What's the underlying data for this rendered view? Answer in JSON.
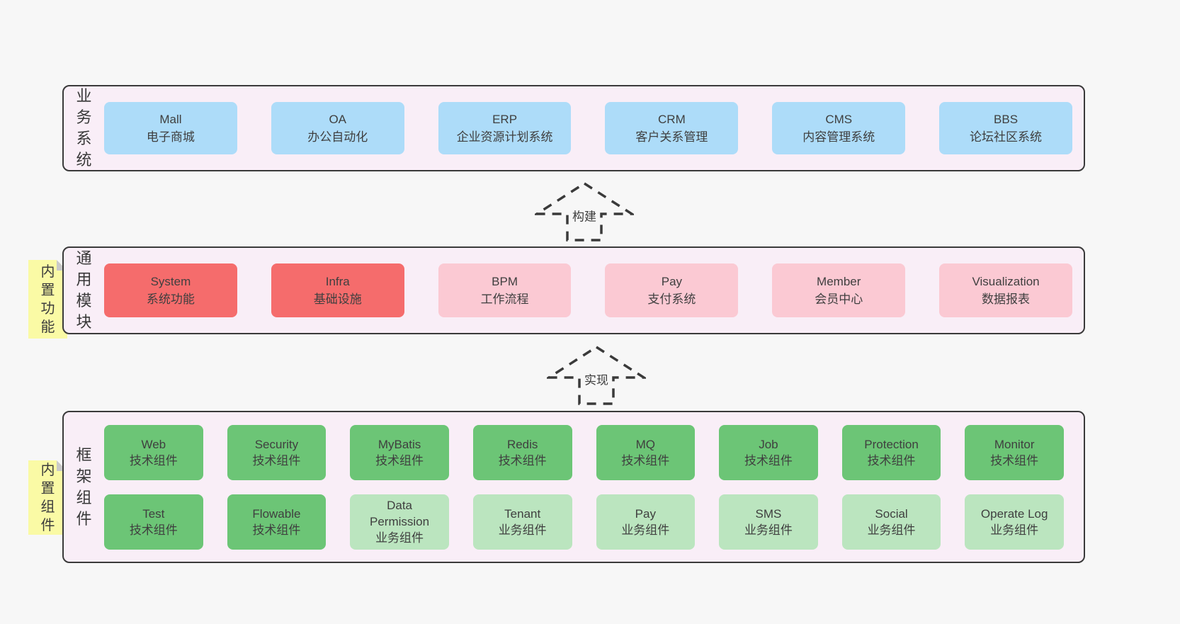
{
  "colors": {
    "page-bg": "#f7f7f7",
    "panel-bg": "#f9eef7",
    "panel-border": "#3a3a3a",
    "text": "#3f3f3f",
    "blue": "#addcf9",
    "red": "#f56c6c",
    "pink": "#fbc9d3",
    "green": "#6cc576",
    "light-green": "#bbe5bf",
    "note-yellow": "#fafaa5",
    "note-fold": "#c9c9c9"
  },
  "notes": [
    {
      "label": "内置功能"
    },
    {
      "label": "内置组件"
    }
  ],
  "arrows": [
    {
      "label": "构建"
    },
    {
      "label": "实现"
    }
  ],
  "bands": [
    {
      "label": "业务系统",
      "boxes": [
        {
          "name": "Mall",
          "sub": "电子商城"
        },
        {
          "name": "OA",
          "sub": "办公自动化"
        },
        {
          "name": "ERP",
          "sub": "企业资源计划系统"
        },
        {
          "name": "CRM",
          "sub": "客户关系管理"
        },
        {
          "name": "CMS",
          "sub": "内容管理系统"
        },
        {
          "name": "BBS",
          "sub": "论坛社区系统"
        }
      ]
    },
    {
      "label": "通用模块",
      "boxes": [
        {
          "name": "System",
          "sub": "系统功能"
        },
        {
          "name": "Infra",
          "sub": "基础设施"
        },
        {
          "name": "BPM",
          "sub": "工作流程"
        },
        {
          "name": "Pay",
          "sub": "支付系统"
        },
        {
          "name": "Member",
          "sub": "会员中心"
        },
        {
          "name": "Visualization",
          "sub": "数据报表"
        }
      ]
    },
    {
      "label": "框架组件",
      "rows": [
        [
          {
            "name": "Web",
            "sub": "技术组件"
          },
          {
            "name": "Security",
            "sub": "技术组件"
          },
          {
            "name": "MyBatis",
            "sub": "技术组件"
          },
          {
            "name": "Redis",
            "sub": "技术组件"
          },
          {
            "name": "MQ",
            "sub": "技术组件"
          },
          {
            "name": "Job",
            "sub": "技术组件"
          },
          {
            "name": "Protection",
            "sub": "技术组件"
          },
          {
            "name": "Monitor",
            "sub": "技术组件"
          }
        ],
        [
          {
            "name": "Test",
            "sub": "技术组件"
          },
          {
            "name": "Flowable",
            "sub": "技术组件"
          },
          {
            "name": "Data Permission",
            "sub": "业务组件"
          },
          {
            "name": "Tenant",
            "sub": "业务组件"
          },
          {
            "name": "Pay",
            "sub": "业务组件"
          },
          {
            "name": "SMS",
            "sub": "业务组件"
          },
          {
            "name": "Social",
            "sub": "业务组件"
          },
          {
            "name": "Operate Log",
            "sub": "业务组件"
          }
        ]
      ]
    }
  ]
}
